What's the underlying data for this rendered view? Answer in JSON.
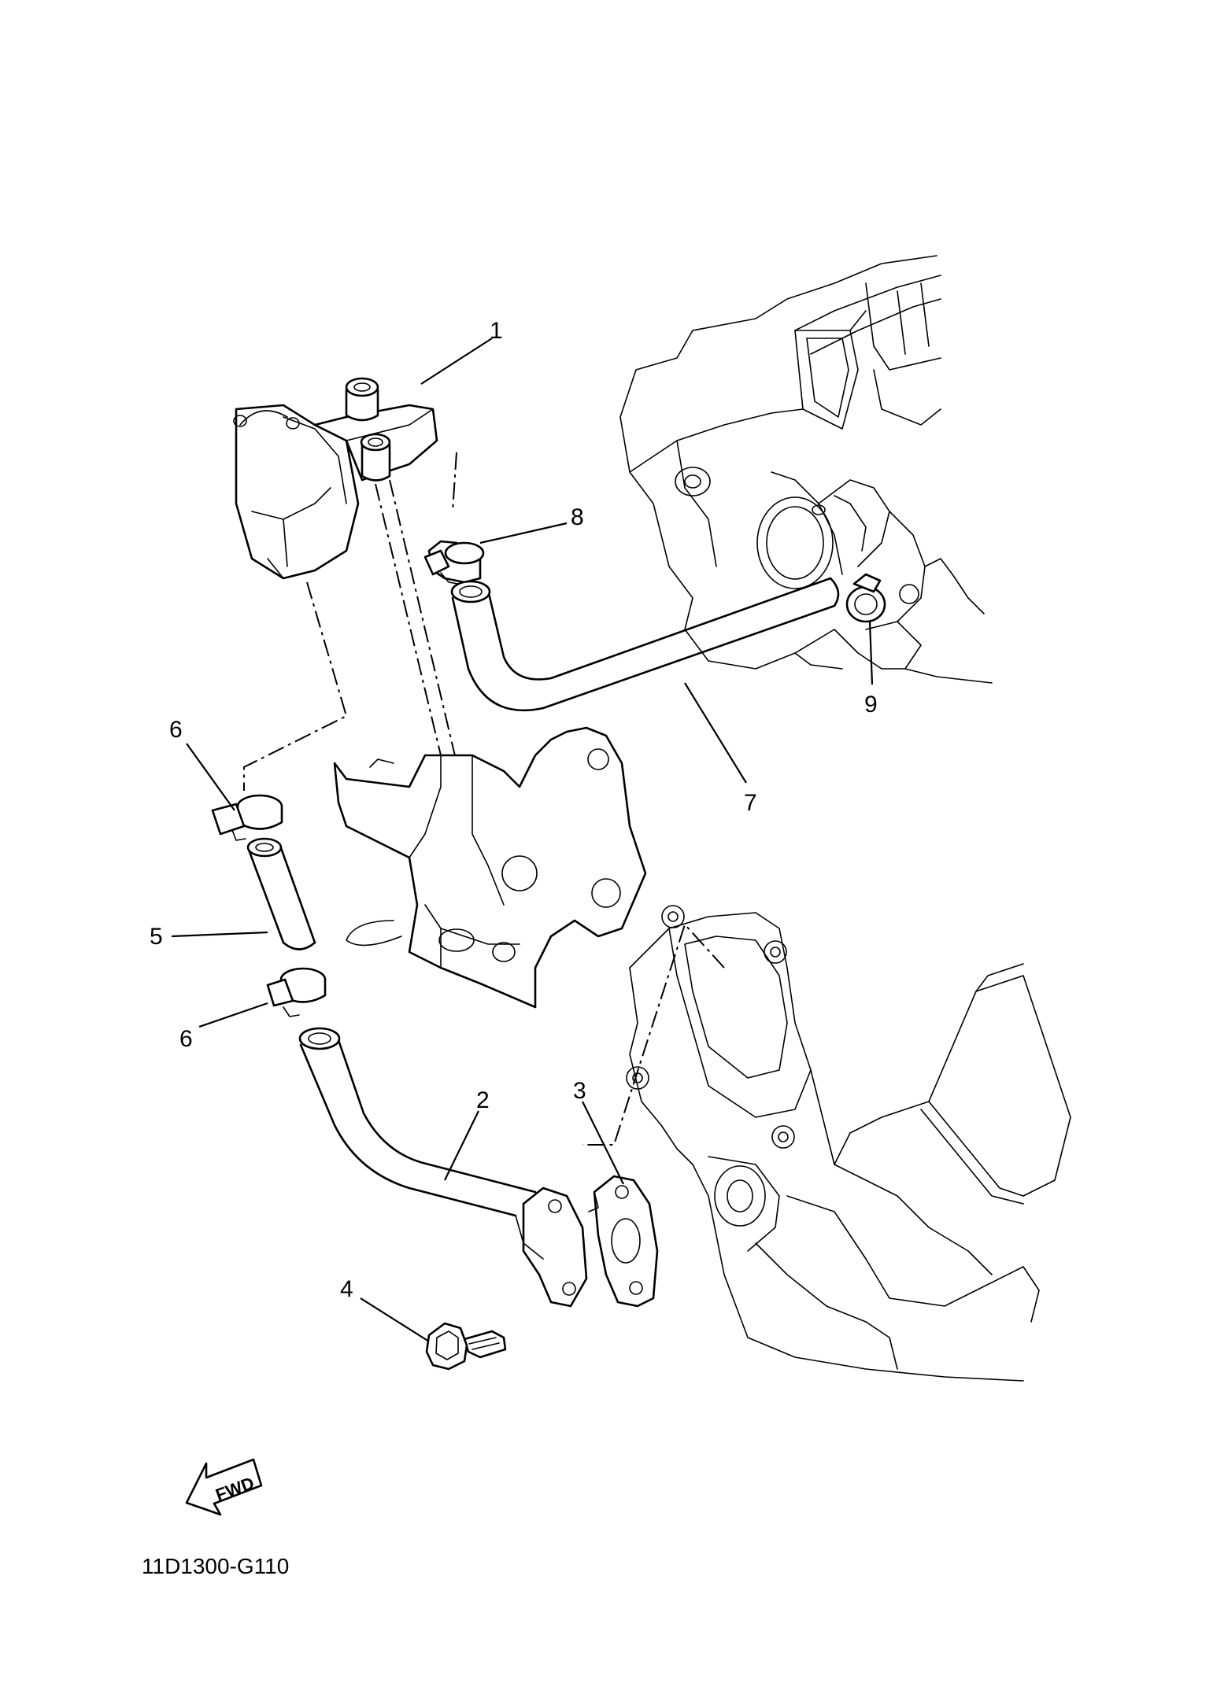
{
  "callouts": {
    "c1": "1",
    "c2": "2",
    "c3": "3",
    "c4": "4",
    "c5": "5",
    "c6a": "6",
    "c6b": "6",
    "c7": "7",
    "c8": "8",
    "c9": "9"
  },
  "fwd_label": "FWD",
  "drawing_code": "11D1300-G110"
}
